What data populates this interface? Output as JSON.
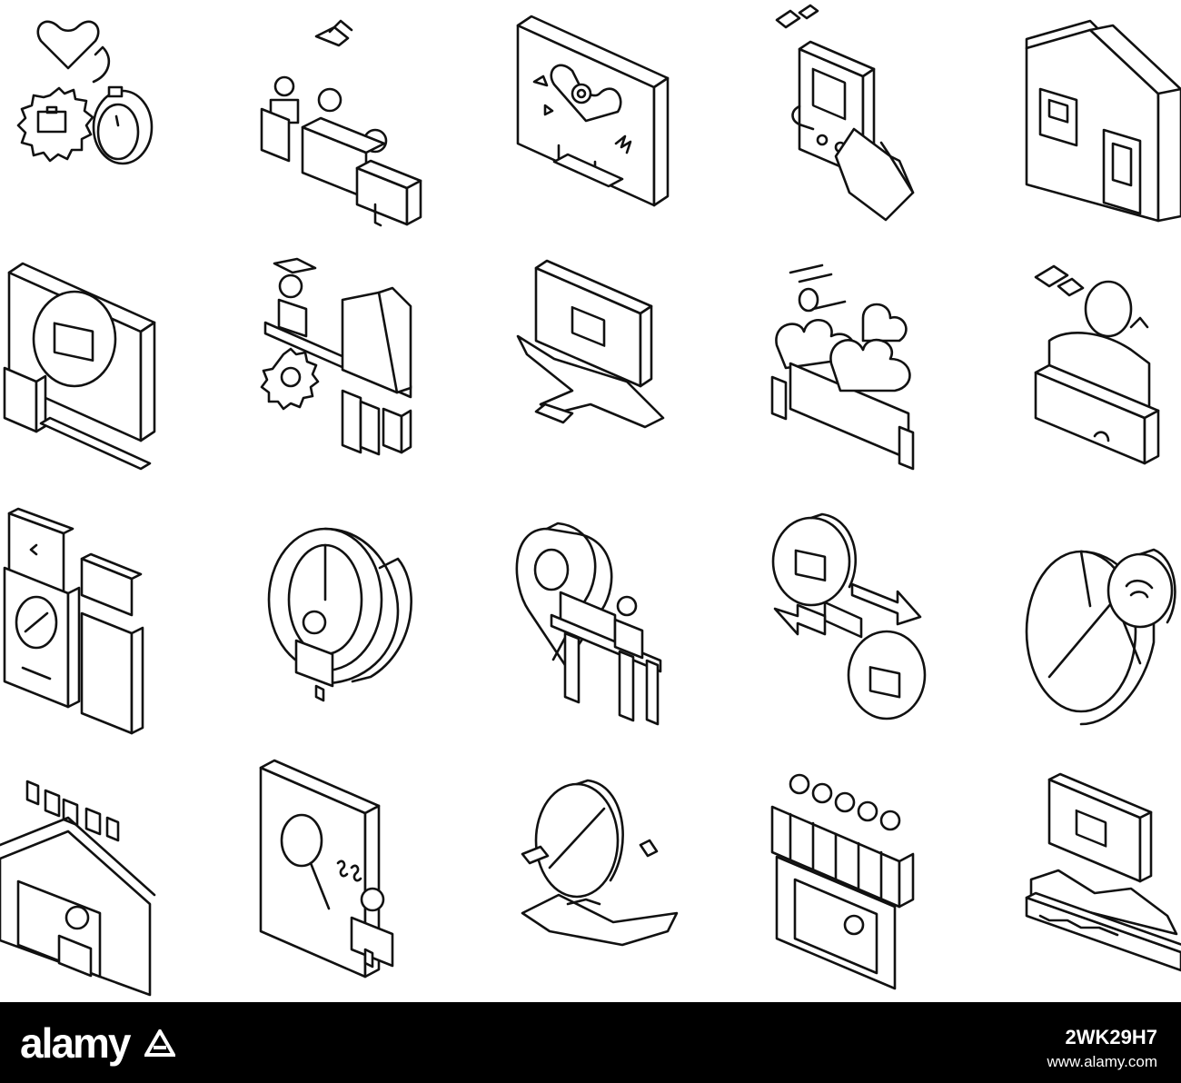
{
  "icons": [
    {
      "name": "work-life-balance-gear-heart-clock-icon"
    },
    {
      "name": "team-meeting-office-icon"
    },
    {
      "name": "monitor-heart-gear-icon"
    },
    {
      "name": "smartphone-in-hand-icon"
    },
    {
      "name": "home-office-door-icon"
    },
    {
      "name": "computer-job-briefcase-icon"
    },
    {
      "name": "manager-gear-chart-icon"
    },
    {
      "name": "remote-work-travel-airplane-icon"
    },
    {
      "name": "stress-clouds-workers-icon"
    },
    {
      "name": "employee-desk-icon"
    },
    {
      "name": "passport-documents-icon"
    },
    {
      "name": "person-lightbulb-idea-icon"
    },
    {
      "name": "location-pin-workers-icon"
    },
    {
      "name": "job-exchange-arrows-icon"
    },
    {
      "name": "time-off-clock-icon"
    },
    {
      "name": "home-worker-house-icon"
    },
    {
      "name": "job-search-magnifier-icon"
    },
    {
      "name": "hand-holding-clock-icon"
    },
    {
      "name": "shop-employees-awning-icon"
    },
    {
      "name": "beach-briefcase-monitor-icon"
    }
  ],
  "footer": {
    "logo": "alamy",
    "logo_mark": "a-logo-mark",
    "image_id": "2WK29H7",
    "url": "www.alamy.com"
  },
  "colors": {
    "line": "#111111",
    "background": "#ffffff",
    "footer": "#000000"
  }
}
